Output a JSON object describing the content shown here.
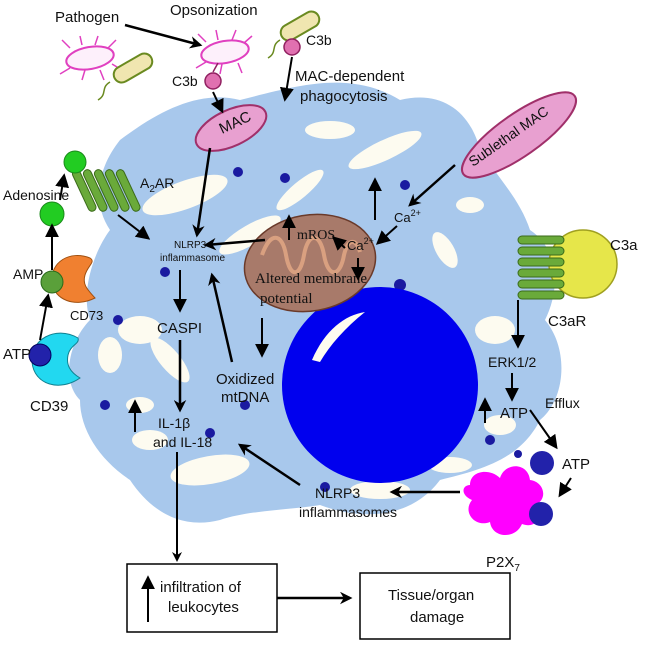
{
  "labels": {
    "pathogen": "Pathogen",
    "opsonization": "Opsonization",
    "c3b_top": "C3b",
    "c3b_left": "C3b",
    "mac": "MAC",
    "mac_phago_1": "MAC-dependent",
    "mac_phago_2": "phagocytosis",
    "sublethal_mac": "Sublethal MAC",
    "adenosine": "Adenosine",
    "a2ar": "A2AR",
    "nlrp3_1": "NLRP3",
    "nlrp3_2": "inflammasome",
    "mros": "mROS",
    "ca_1": "Ca2+",
    "ca_2": "Ca2+",
    "altered_1": "Altered membrane",
    "altered_2": "potential",
    "amp": "AMP",
    "cd73": "CD73",
    "caspi": "CASPI",
    "oxidized_1": "Oxidized",
    "oxidized_2": "mtDNA",
    "atp_left": "ATP",
    "cd39": "CD39",
    "il_1": "IL-1β",
    "il_2": "and IL-18",
    "c3a": "C3a",
    "c3ar": "C3aR",
    "erk": "ERK1/2",
    "atp_mid": "ATP",
    "efflux": "Efflux",
    "atp_right": "ATP",
    "nlrp3s_1": "NLRP3",
    "nlrp3s_2": "inflammasomes",
    "p2x7": "P2X7",
    "infiltration_1": "infiltration of",
    "infiltration_2": "leukocytes",
    "damage_1": "Tissue/organ",
    "damage_2": "damage"
  },
  "colors": {
    "cell": "#a8c8ec",
    "vacuole": "#fdfbf0",
    "nucleus": "#0000ee",
    "mac": "#e8a0d0",
    "mito": "#a87a6a",
    "receptor": "#6aaa3a",
    "c3a": "#e6e64a",
    "p2x7": "#ff00ff",
    "cd39": "#22d8f0",
    "cd73": "#f08030",
    "dots": "#1a1aa0"
  }
}
